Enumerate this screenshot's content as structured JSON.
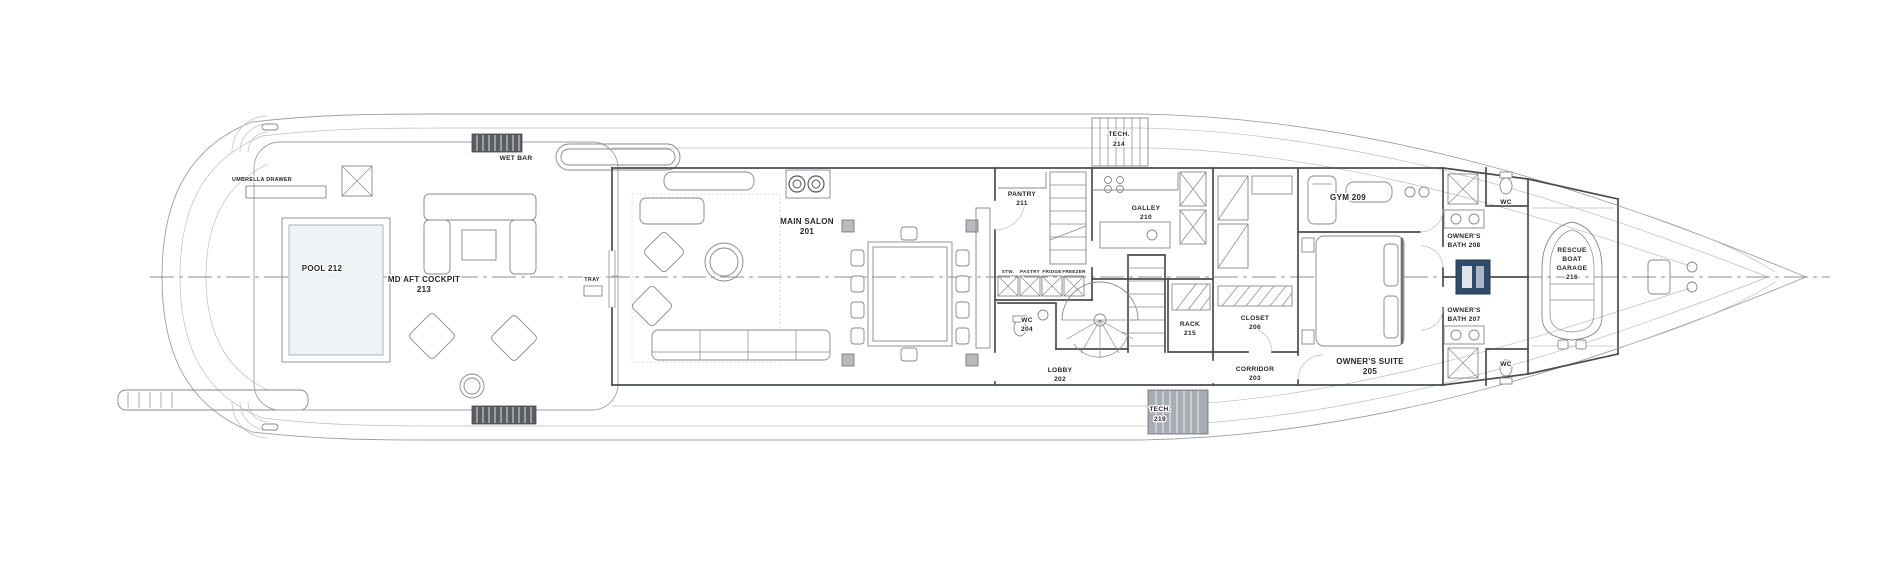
{
  "colors": {
    "paper": "#ffffff",
    "ink": "#4a4d50",
    "accent_navy": "#2f4d6b"
  },
  "plan": {
    "labels": {
      "umbrella_drawer": [
        "UMBRELLA DRAWER"
      ],
      "wet_bar": [
        "WET BAR"
      ],
      "pool": [
        "POOL 212"
      ],
      "md_aft_cockpit": [
        "MD AFT COCKPIT",
        "213"
      ],
      "tray": [
        "TRAY"
      ],
      "main_salon": [
        "MAIN SALON",
        "201"
      ],
      "pantry": [
        "PANTRY",
        "211"
      ],
      "tech_214": [
        "TECH.",
        "214"
      ],
      "galley": [
        "GALLEY",
        "210"
      ],
      "wc_204": [
        "WC",
        "204"
      ],
      "lobby": [
        "LOBBY",
        "202"
      ],
      "rack_215": [
        "RACK",
        "215"
      ],
      "tech_219": [
        "TECH.",
        "219"
      ],
      "closet_206": [
        "CLOSET",
        "206"
      ],
      "corridor_203": [
        "CORRIDOR",
        "203"
      ],
      "gym_209": [
        "GYM 209"
      ],
      "owners_suite": [
        "OWNER'S SUITE",
        "205"
      ],
      "owners_bath_208": [
        "OWNER'S",
        "BATH 208"
      ],
      "owners_bath_207": [
        "OWNER'S",
        "BATH 207"
      ],
      "wc_fwd_top": [
        "WC"
      ],
      "wc_fwd_bottom": [
        "WC"
      ],
      "rescue_boat_garage": [
        "RESCUE",
        "BOAT",
        "GARAGE",
        "216"
      ],
      "galley_units": [
        "STW.",
        "PASTRY",
        "FRIDGE",
        "FREEZER"
      ]
    }
  }
}
